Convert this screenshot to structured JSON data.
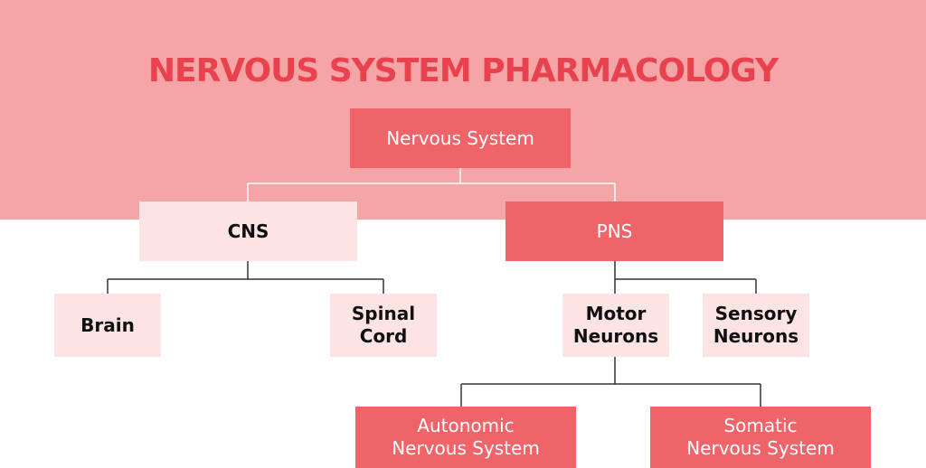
{
  "title": "NERVOUS SYSTEM PHARMACOLOGY",
  "colors": {
    "band": "#f5a5a5",
    "title": "#e8424f",
    "dark_node": "#ef6469",
    "light_node": "#fde4e4",
    "line": "#333333",
    "line_on_band": "#ffffff"
  },
  "nodes": {
    "root": "Nervous System",
    "cns": "CNS",
    "pns": "PNS",
    "brain": "Brain",
    "spinal": "Spinal\nCord",
    "motor": "Motor\nNeurons",
    "sensory": "Sensory\nNeurons",
    "autonomic": "Autonomic\nNervous System",
    "somatic": "Somatic\nNervous System"
  }
}
